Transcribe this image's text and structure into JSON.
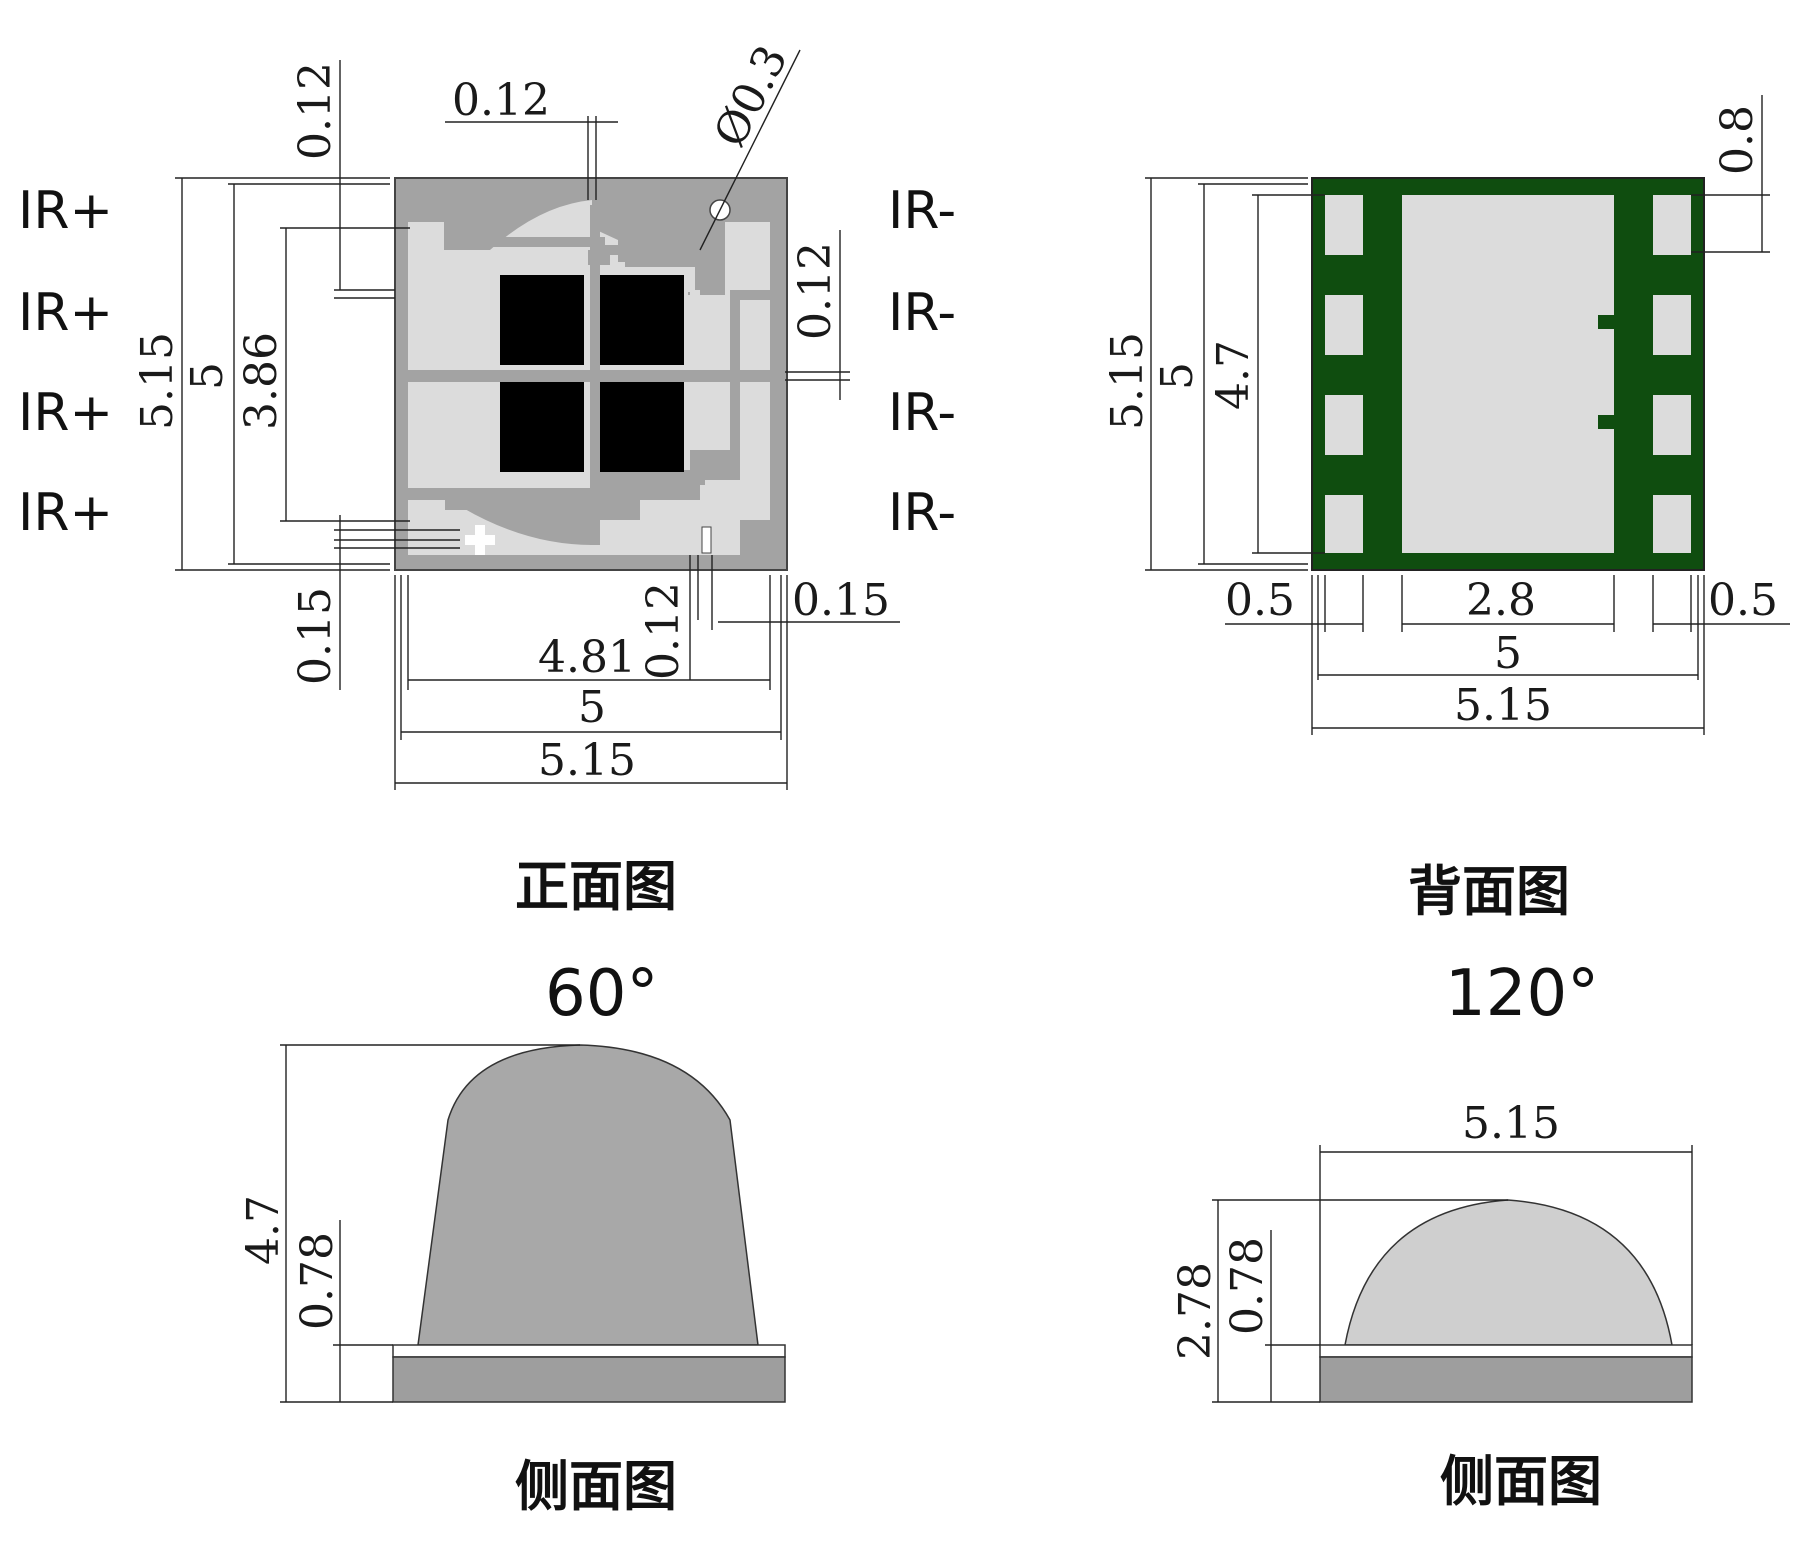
{
  "front": {
    "caption": "正面图",
    "pins_left": [
      "IR+",
      "IR+",
      "IR+",
      "IR+"
    ],
    "pins_right": [
      "IR-",
      "IR-",
      "IR-",
      "IR-"
    ],
    "dims": {
      "top_gap": "0.12",
      "trace_gap": "0.12",
      "hole": "Ø0.3",
      "right_gap": "0.12",
      "outer_height": "5.15",
      "inner_height": "5",
      "pad_height": "3.86",
      "bottom_gap_left": "0.15",
      "bottom_gap_mid": "0.12",
      "bottom_gap_right": "0.15",
      "pad_width": "4.81",
      "inner_width": "5",
      "outer_width": "5.15"
    }
  },
  "back": {
    "caption": "背面图",
    "dims": {
      "top_pad": "0.8",
      "outer_height": "5.15",
      "inner_height": "5",
      "pad_height": "4.7",
      "left_pad": "0.5",
      "center_pad": "2.8",
      "right_pad": "0.5",
      "inner_width": "5",
      "outer_width": "5.15"
    }
  },
  "side60": {
    "angle": "60°",
    "caption": "侧面图",
    "dims": {
      "total_height": "4.7",
      "base_height": "0.78"
    }
  },
  "side120": {
    "angle": "120°",
    "caption": "侧面图",
    "dims": {
      "width": "5.15",
      "total_height": "2.78",
      "base_height": "0.78"
    }
  },
  "colors": {
    "substrate_gray": "#a3a3a3",
    "pad_light": "#dcdcdc",
    "chip_black": "#000000",
    "back_green": "#0f4d0f",
    "lens_60": "#a8a8a8",
    "lens_120": "#cfcfcf",
    "base_gray": "#9e9e9e"
  }
}
